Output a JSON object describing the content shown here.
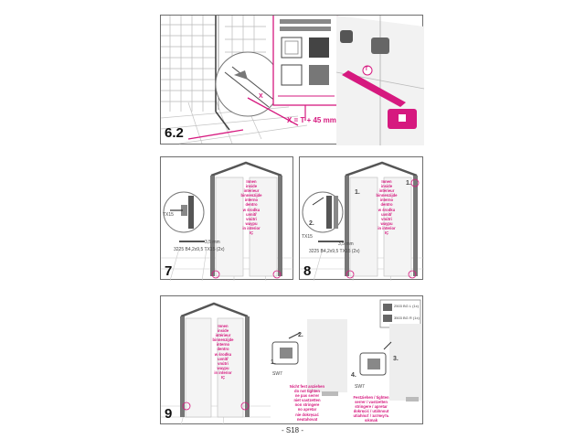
{
  "page_number": "- S18 -",
  "panels": {
    "p62": {
      "step": "6.2",
      "formula": "X = T + 45 mm",
      "label_x": "X",
      "label_t": "T"
    },
    "p7": {
      "step": "7",
      "screw_label": "TX15",
      "dim_label": "3,5 mm",
      "screw_spec": "3225 B4,2x9,5 TX15 (2x)",
      "magenta_note": "Innen\ninside\nintérieur\nbinnenzijde\ninterno\ndentro\nw środku\nuvnitř\nvnútri\nwaypu\nin interior\nIÇ"
    },
    "p8": {
      "step": "8",
      "sub1": "1.",
      "sub2": "2.",
      "sub1b": "1.",
      "screw_label": "TX15",
      "dim_label": "3,5 mm",
      "screw_spec": "3225 B4,2x9,5 TX15 (2x)",
      "magenta_note": "Innen\ninside\nintérieur\nbinnenzijde\ninterno\ndentro\nw środku\nuvnitř\nvnútri\nwaypu\nin interior\nIÇ"
    },
    "p9": {
      "step": "9",
      "part1": "2503 BG L (1x)",
      "part2": "3503 BG R (1x)",
      "sub1": "1.",
      "sub2": "2.",
      "sub3": "3.",
      "sub4": "4.",
      "screw_label_a": "SW7",
      "screw_label_b": "SW7",
      "magenta_note": "Innen\ninside\nintérieur\nbinnenzijde\ninterno\ndentro\nw środku\nuvnitř\nvnútri\nwaypu\nin interior\nIÇ",
      "note_a": "Nicht fest anziehen\ndo not tighten\nne pas serrer\nniet vastzetten\nnon stringere\nno apretar\nnie dokręcać\nneutahovat",
      "note_b": "Festziehen / tighten\nserrer / vastzetten\nstringere / apretar\ndokręcić / utáhnout\nutiahnuť / затянуть\nsıkmak"
    }
  }
}
